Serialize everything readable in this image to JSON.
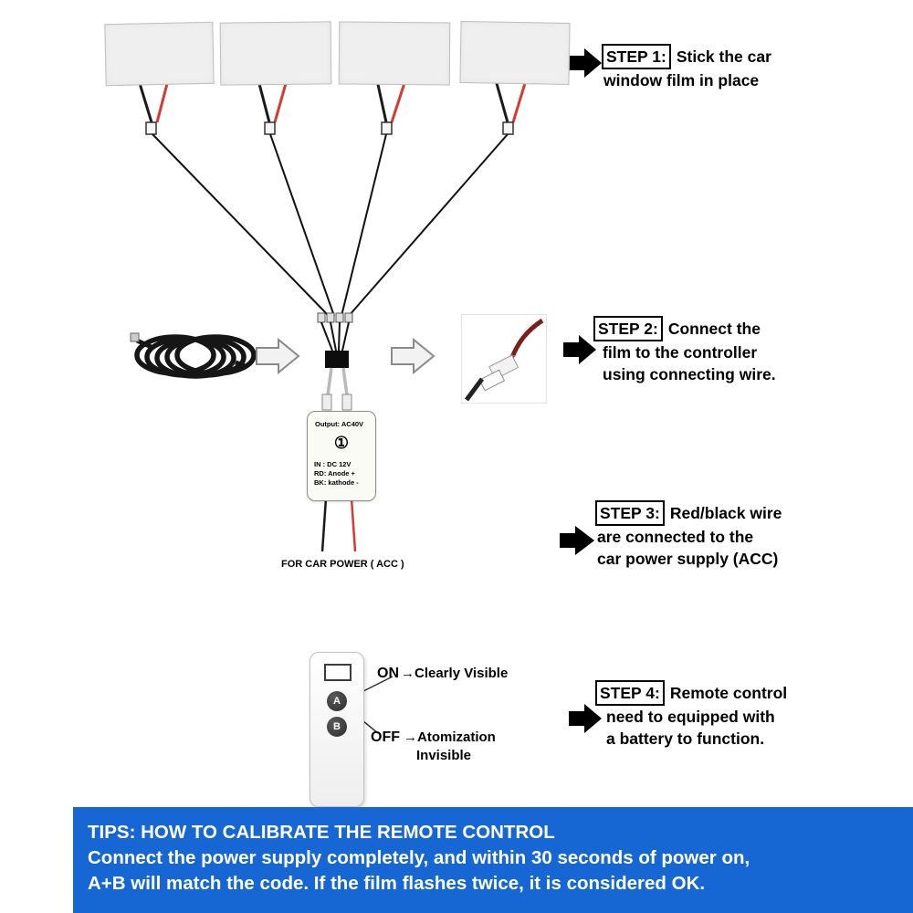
{
  "steps": [
    {
      "label": "STEP 1:",
      "lines": [
        "Stick the car",
        "window film in place"
      ]
    },
    {
      "label": "STEP 2:",
      "lines": [
        "Connect the",
        "film to the controller",
        "using connecting wire."
      ]
    },
    {
      "label": "STEP 3:",
      "lines": [
        "Red/black wire",
        "are connected to the",
        "car power supply  (ACC)"
      ]
    },
    {
      "label": "STEP 4:",
      "lines": [
        "Remote control",
        "need to equipped with",
        "a battery to function."
      ]
    }
  ],
  "controller": {
    "output_label": "Output: AC40V",
    "dial_symbol": "①",
    "in_label": "IN : DC 12V",
    "rd_label": "RD: Anode +",
    "bk_label": "BK: kathode -",
    "power_label": "FOR CAR POWER ( ACC )"
  },
  "remote": {
    "button_a": "A",
    "button_b": "B",
    "on_label": "ON",
    "on_desc": "→Clearly Visible",
    "off_label": "OFF",
    "off_desc_line1": "→Atomization",
    "off_desc_line2": "Invisible"
  },
  "tips": {
    "line1": "TIPS: HOW TO CALIBRATE THE REMOTE CONTROL",
    "line2": "Connect the power supply completely, and within 30 seconds of power on,",
    "line3": "A+B will match the code. If the film flashes twice, it is considered OK.",
    "bg_color": "#1667d3"
  },
  "colors": {
    "wire_red": "#d63a2e",
    "wire_black": "#1a1a1a",
    "accent_blue": "#1667d3"
  }
}
